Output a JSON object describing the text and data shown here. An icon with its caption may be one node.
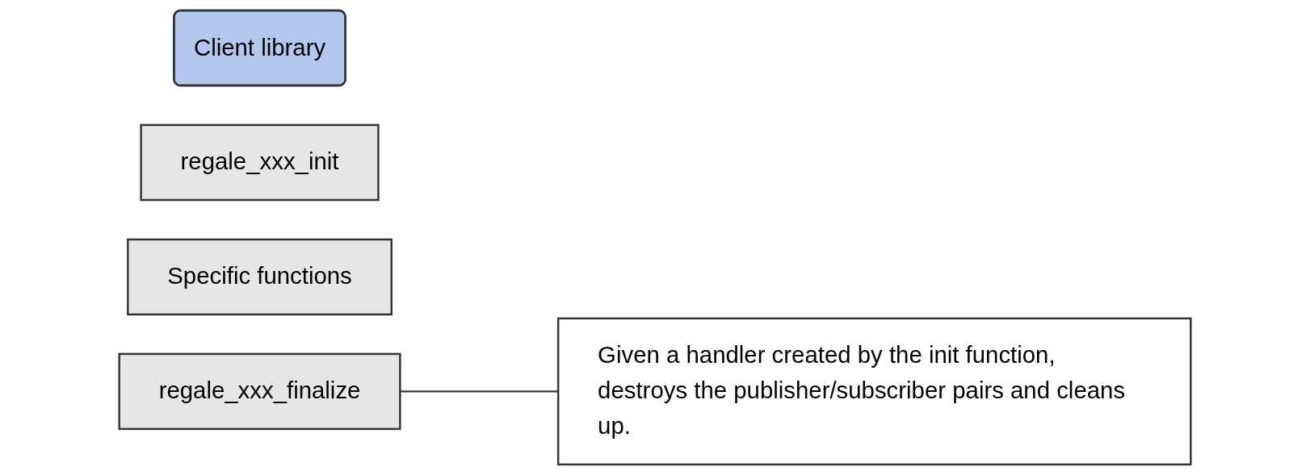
{
  "diagram": {
    "nodes": [
      {
        "text": [
          "Client library"
        ]
      },
      {
        "text": [
          "regale_xxx_init"
        ]
      },
      {
        "text": [
          "Specific functions"
        ]
      },
      {
        "text": [
          "regale_xxx_finalize"
        ]
      },
      {
        "text": [
          "Given a handler created by the init function, destroys the publisher/subscriber pairs and cleans up."
        ]
      }
    ],
    "edges": [
      {
        "from": 3,
        "to": 4,
        "arrow": "none"
      }
    ]
  }
}
